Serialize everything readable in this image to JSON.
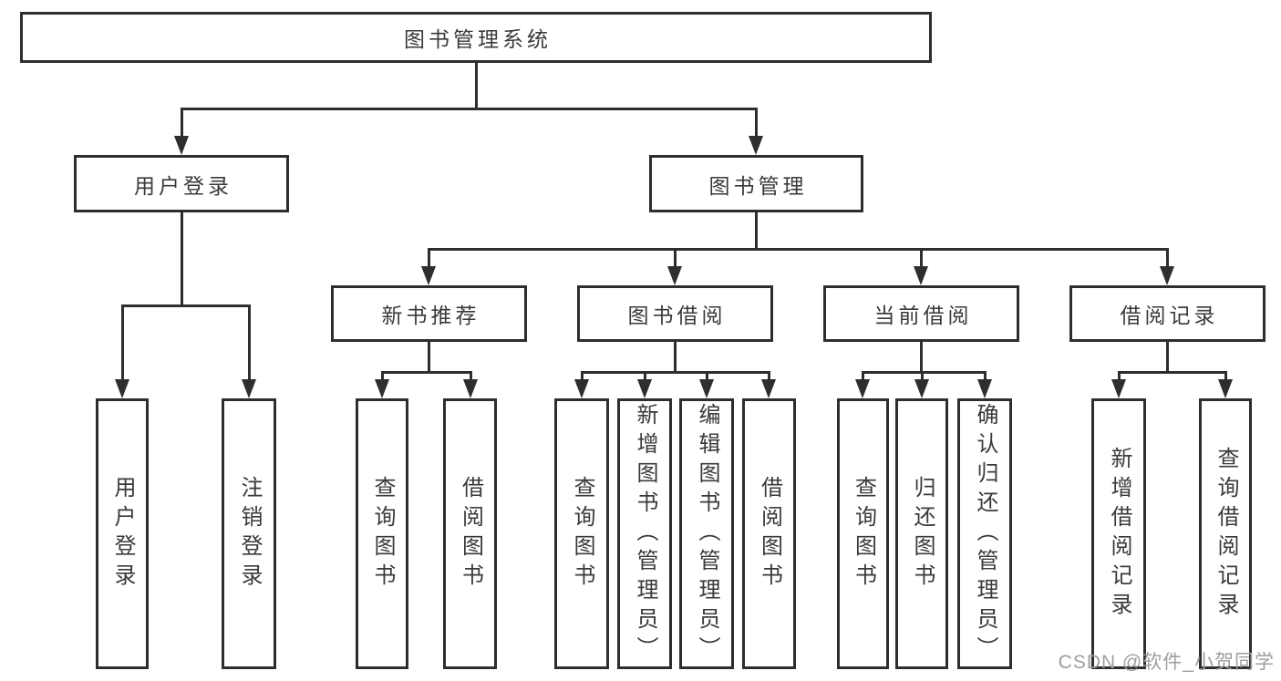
{
  "diagram": {
    "title": "图书管理系统",
    "tree": {
      "label": "图书管理系统",
      "children": [
        {
          "label": "用户登录",
          "children": [
            {
              "label": "用户登录"
            },
            {
              "label": "注销登录"
            }
          ]
        },
        {
          "label": "图书管理",
          "children": [
            {
              "label": "新书推荐",
              "children": [
                {
                  "label": "查询图书"
                },
                {
                  "label": "借阅图书"
                }
              ]
            },
            {
              "label": "图书借阅",
              "children": [
                {
                  "label": "查询图书"
                },
                {
                  "label": "新增图书（管理员）"
                },
                {
                  "label": "编辑图书（管理员）"
                },
                {
                  "label": "借阅图书"
                }
              ]
            },
            {
              "label": "当前借阅",
              "children": [
                {
                  "label": "查询图书"
                },
                {
                  "label": "归还图书"
                },
                {
                  "label": "确认归还（管理员）"
                }
              ]
            },
            {
              "label": "借阅记录",
              "children": [
                {
                  "label": "新增借阅记录"
                },
                {
                  "label": "查询借阅记录"
                }
              ]
            }
          ]
        }
      ]
    },
    "watermark": "CSDN @软件_小贺同学",
    "colors": {
      "line": "#2e2e2e",
      "text": "#3a3a3a",
      "watermark": "#9e9e9e",
      "background": "#ffffff"
    }
  }
}
